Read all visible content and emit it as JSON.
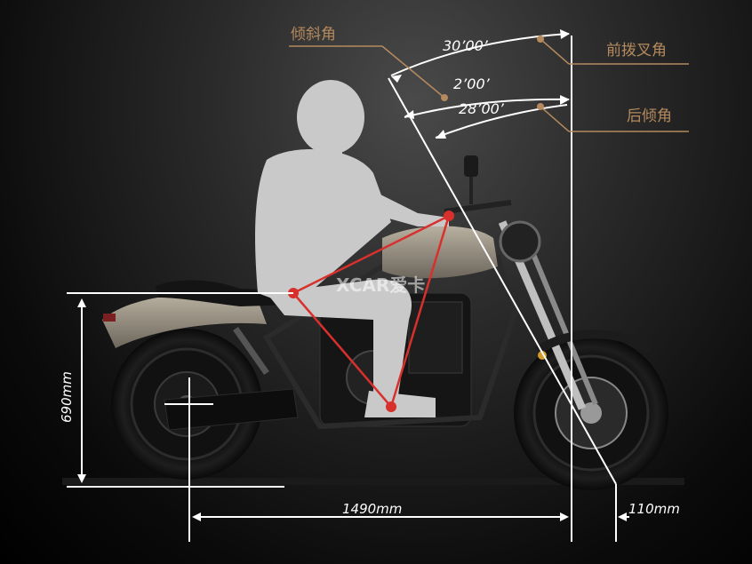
{
  "labels": {
    "rake_angle": "倾斜角",
    "fork_angle": "前拨叉角",
    "trail_angle": "后倾角"
  },
  "angles": {
    "fork": "30’00’",
    "rake": "2’00’",
    "trail": "28’00’"
  },
  "dimensions": {
    "seat_height": "690mm",
    "wheelbase": "1490mm",
    "trail": "110mm"
  },
  "watermark": "XCAR爱卡",
  "colors": {
    "accent": "#b48a5e",
    "ergo_triangle": "#d8302c",
    "rider": "#c9c9c9"
  }
}
